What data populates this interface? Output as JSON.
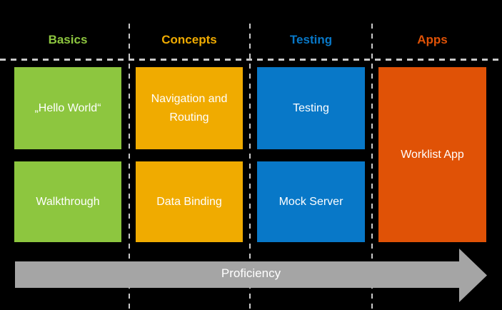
{
  "diagram": {
    "background": "#000000",
    "separator_color": "#C8C8C8",
    "box_text_color": "#FFFFFF"
  },
  "columns": [
    {
      "header": "Basics",
      "color": "#8DC63F",
      "boxes": [
        {
          "label": "„Hello World“"
        },
        {
          "label": "Walkthrough"
        }
      ]
    },
    {
      "header": "Concepts",
      "color": "#F0AB00",
      "boxes": [
        {
          "label": "Navigation and Routing"
        },
        {
          "label": "Data Binding"
        }
      ]
    },
    {
      "header": "Testing",
      "color": "#0878C8",
      "boxes": [
        {
          "label": "Testing"
        },
        {
          "label": "Mock Server"
        }
      ]
    },
    {
      "header": "Apps",
      "color": "#E05206",
      "boxes": [
        {
          "label": "Worklist App"
        }
      ]
    }
  ],
  "arrow": {
    "label": "Proficiency",
    "color": "#A5A5A5",
    "text_color": "#FFFFFF"
  }
}
